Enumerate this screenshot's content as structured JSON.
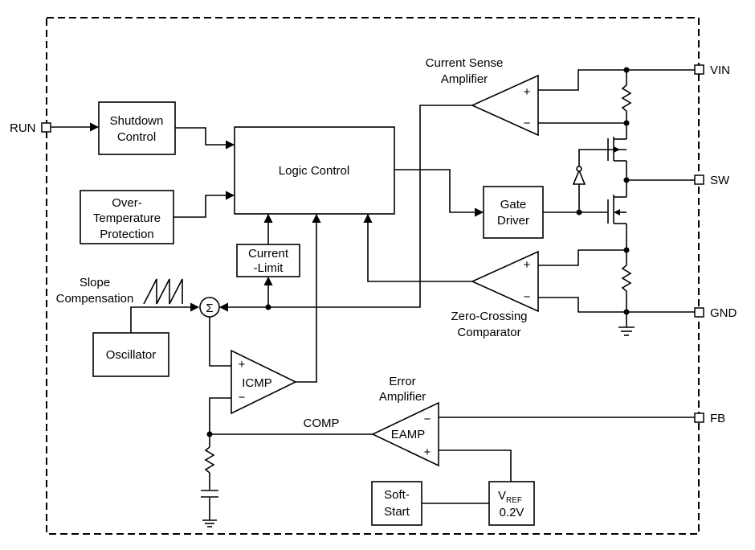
{
  "blocks": {
    "shutdown_line1": "Shutdown",
    "shutdown_line2": "Control",
    "overtemp_line1": "Over-",
    "overtemp_line2": "Temperature",
    "overtemp_line3": "Protection",
    "logic_control": "Logic Control",
    "current_limit_line1": "Current",
    "current_limit_line2": "-Limit",
    "gate_driver_line1": "Gate",
    "gate_driver_line2": "Driver",
    "oscillator": "Oscillator",
    "soft_start_line1": "Soft-",
    "soft_start_line2": "Start",
    "vref_main": "V",
    "vref_sub": "REF",
    "vref_value": "0.2V"
  },
  "amplifiers": {
    "csa_label_line1": "Current Sense",
    "csa_label_line2": "Amplifier",
    "zc_label_line1": "Zero-Crossing",
    "zc_label_line2": "Comparator",
    "icmp": "ICMP",
    "eamp": "EAMP",
    "ea_label_line1": "Error",
    "ea_label_line2": "Amplifier",
    "plus": "+",
    "minus": "−"
  },
  "labels": {
    "slope_line1": "Slope",
    "slope_line2": "Compensation",
    "comp": "COMP",
    "sigma": "Σ"
  },
  "pins": {
    "run": "RUN",
    "vin": "VIN",
    "sw": "SW",
    "gnd": "GND",
    "fb": "FB"
  }
}
